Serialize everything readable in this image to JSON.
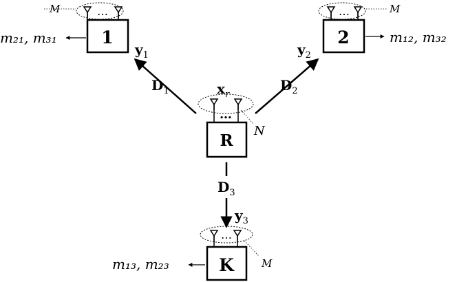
{
  "nodes": {
    "node1": {
      "label": "1",
      "messages": "m₂₁, m₃₁",
      "signal": "y",
      "signal_sub": "1",
      "antenna_label": "M"
    },
    "node2": {
      "label": "2",
      "messages": "m₁₂, m₃₂",
      "signal": "y",
      "signal_sub": "2",
      "antenna_label": "M"
    },
    "nodeK": {
      "label": "K",
      "messages": "m₁₃, m₂₃",
      "signal": "y",
      "signal_sub": "3",
      "antenna_label": "M"
    },
    "relay": {
      "label": "R",
      "signal": "x",
      "signal_sub": "r",
      "antenna_label": "N"
    }
  },
  "channels": {
    "d1": {
      "symbol": "D",
      "sub": "1"
    },
    "d2": {
      "symbol": "D",
      "sub": "2"
    },
    "d3": {
      "symbol": "D",
      "sub": "3"
    }
  },
  "antenna_dots": "…"
}
